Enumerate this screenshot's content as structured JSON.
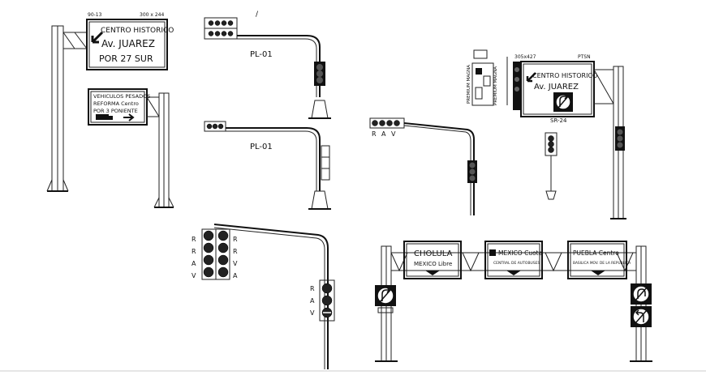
{
  "sign_top_left": {
    "code": "90-13",
    "size": "300 x 244",
    "line1": "CENTRO HISTORICO",
    "line2": "Av. JUAREZ",
    "line3": "POR 27 SUR"
  },
  "sign_heavy_vehicles": {
    "line1": "VEHICULOS PESADOS",
    "line2": "REFORMA Centro",
    "line3": "POR 3 PONIENTE"
  },
  "pole_labels": {
    "top": "PL-01",
    "middle": "PL-01"
  },
  "lamp_letters": {
    "r": "R",
    "a": "A",
    "v": "V"
  },
  "premium_brand": "PREMIUM MAGNA",
  "sign_right": {
    "code": "305x427",
    "ref": "PTSN",
    "line1": "CENTRO HISTORICO",
    "line2": "Av. JUAREZ",
    "sub": "SR-24"
  },
  "gantry_signs": [
    {
      "title": "CHOLULA",
      "subtitle": "MEXICO Libre"
    },
    {
      "title": "MEXICO Cuota",
      "subtitle": "CENTRAL DE AUTOBUSES"
    },
    {
      "title": "PUEBLA Centro",
      "subtitle": "BASILICA MOV. DE LA REPUBLICA"
    }
  ],
  "colors": {
    "line": "#111111",
    "background": "#ffffff"
  }
}
